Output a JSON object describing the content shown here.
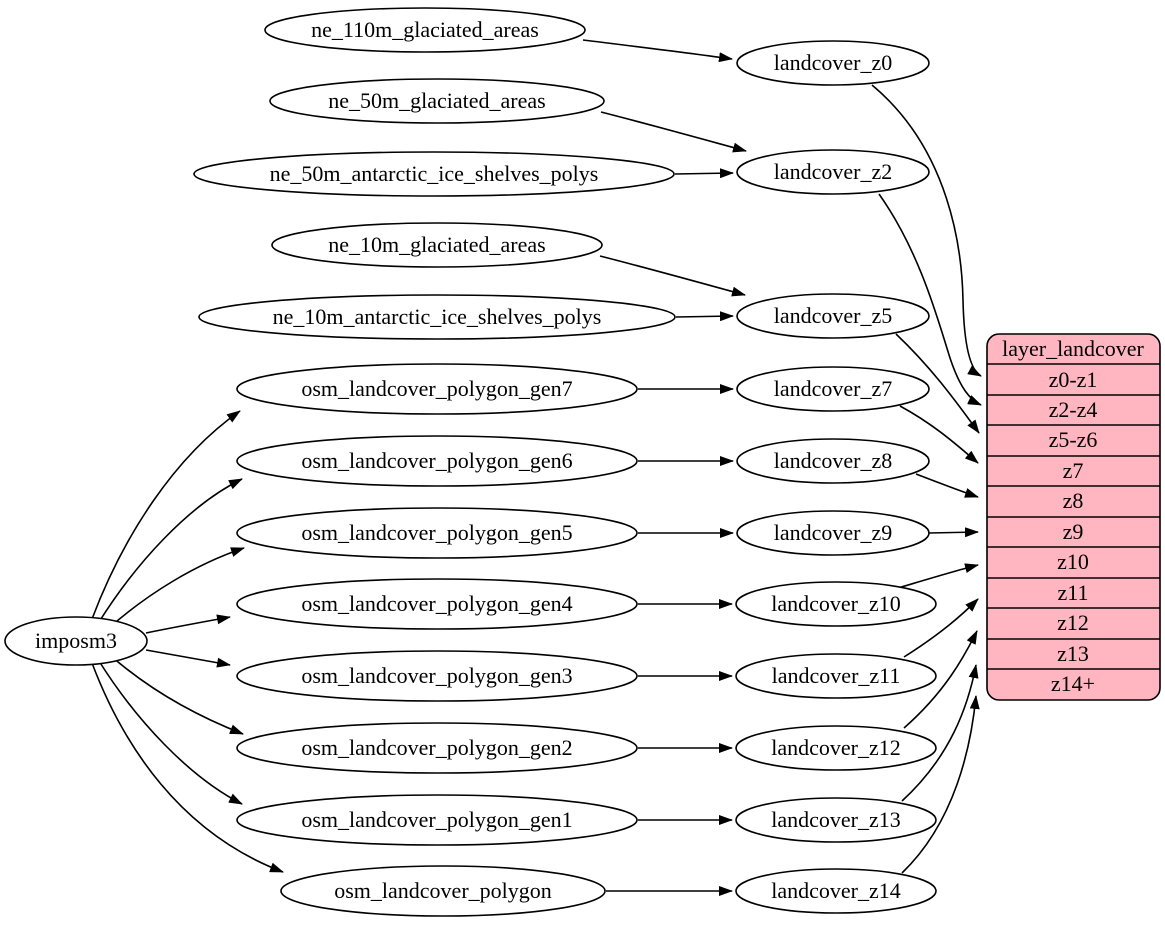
{
  "diagram": {
    "kind": "graphviz-flow-diagram",
    "nodes": {
      "importer": "imposm3",
      "sources": [
        "ne_110m_glaciated_areas",
        "ne_50m_glaciated_areas",
        "ne_50m_antarctic_ice_shelves_polys",
        "ne_10m_glaciated_areas",
        "ne_10m_antarctic_ice_shelves_polys",
        "osm_landcover_polygon_gen7",
        "osm_landcover_polygon_gen6",
        "osm_landcover_polygon_gen5",
        "osm_landcover_polygon_gen4",
        "osm_landcover_polygon_gen3",
        "osm_landcover_polygon_gen2",
        "osm_landcover_polygon_gen1",
        "osm_landcover_polygon"
      ],
      "zoom_tables": [
        "landcover_z0",
        "landcover_z2",
        "landcover_z5",
        "landcover_z7",
        "landcover_z8",
        "landcover_z9",
        "landcover_z10",
        "landcover_z11",
        "landcover_z12",
        "landcover_z13",
        "landcover_z14"
      ],
      "layer": {
        "header": "layer_landcover",
        "rows": [
          "z0-z1",
          "z2-z4",
          "z5-z6",
          "z7",
          "z8",
          "z9",
          "z10",
          "z11",
          "z12",
          "z13",
          "z14+"
        ]
      }
    },
    "edges": [
      [
        "ne_110m_glaciated_areas",
        "landcover_z0"
      ],
      [
        "ne_50m_glaciated_areas",
        "landcover_z2"
      ],
      [
        "ne_50m_antarctic_ice_shelves_polys",
        "landcover_z2"
      ],
      [
        "ne_10m_glaciated_areas",
        "landcover_z5"
      ],
      [
        "ne_10m_antarctic_ice_shelves_polys",
        "landcover_z5"
      ],
      [
        "imposm3",
        "osm_landcover_polygon_gen7"
      ],
      [
        "imposm3",
        "osm_landcover_polygon_gen6"
      ],
      [
        "imposm3",
        "osm_landcover_polygon_gen5"
      ],
      [
        "imposm3",
        "osm_landcover_polygon_gen4"
      ],
      [
        "imposm3",
        "osm_landcover_polygon_gen3"
      ],
      [
        "imposm3",
        "osm_landcover_polygon_gen2"
      ],
      [
        "imposm3",
        "osm_landcover_polygon_gen1"
      ],
      [
        "imposm3",
        "osm_landcover_polygon"
      ],
      [
        "osm_landcover_polygon_gen7",
        "landcover_z7"
      ],
      [
        "osm_landcover_polygon_gen6",
        "landcover_z8"
      ],
      [
        "osm_landcover_polygon_gen5",
        "landcover_z9"
      ],
      [
        "osm_landcover_polygon_gen4",
        "landcover_z10"
      ],
      [
        "osm_landcover_polygon_gen3",
        "landcover_z11"
      ],
      [
        "osm_landcover_polygon_gen2",
        "landcover_z12"
      ],
      [
        "osm_landcover_polygon_gen1",
        "landcover_z13"
      ],
      [
        "osm_landcover_polygon",
        "landcover_z14"
      ],
      [
        "landcover_z0",
        "layer_landcover:z0-z1"
      ],
      [
        "landcover_z2",
        "layer_landcover:z2-z4"
      ],
      [
        "landcover_z5",
        "layer_landcover:z5-z6"
      ],
      [
        "landcover_z7",
        "layer_landcover:z7"
      ],
      [
        "landcover_z8",
        "layer_landcover:z8"
      ],
      [
        "landcover_z9",
        "layer_landcover:z9"
      ],
      [
        "landcover_z10",
        "layer_landcover:z10"
      ],
      [
        "landcover_z11",
        "layer_landcover:z11"
      ],
      [
        "landcover_z12",
        "layer_landcover:z12"
      ],
      [
        "landcover_z13",
        "layer_landcover:z13"
      ],
      [
        "landcover_z14",
        "layer_landcover:z14+"
      ]
    ],
    "colors": {
      "table_fill": "#ffb6c1",
      "node_fill": "#ffffff",
      "stroke": "#000000",
      "text": "#000000",
      "background": "#ffffff"
    }
  }
}
